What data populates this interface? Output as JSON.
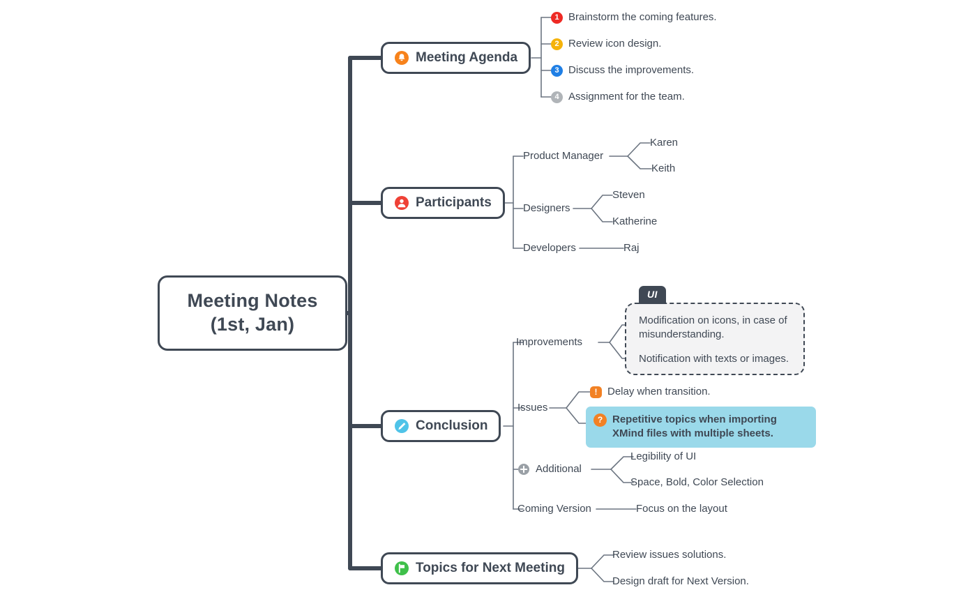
{
  "central": {
    "line1": "Meeting Notes",
    "line2": "(1st, Jan)"
  },
  "branches": {
    "agenda": {
      "label": "Meeting Agenda",
      "icon": "bell-icon",
      "color": "#f7821b"
    },
    "participants": {
      "label": "Participants",
      "icon": "person-icon",
      "color": "#ef4136"
    },
    "conclusion": {
      "label": "Conclusion",
      "icon": "pen-icon",
      "color": "#4fc3e8"
    },
    "next": {
      "label": "Topics for Next Meeting",
      "icon": "flag-icon",
      "color": "#3fc04a"
    }
  },
  "agenda_items": [
    {
      "num": "1",
      "color": "#ee2a24",
      "text": "Brainstorm the coming features."
    },
    {
      "num": "2",
      "color": "#f5b30b",
      "text": "Review icon design."
    },
    {
      "num": "3",
      "color": "#1f7fe5",
      "text": "Discuss the improvements."
    },
    {
      "num": "4",
      "color": "#b0b4b8",
      "text": "Assignment for the team."
    }
  ],
  "participants": {
    "roles": [
      {
        "role": "Product Manager",
        "people": [
          "Karen",
          "Keith"
        ]
      },
      {
        "role": "Designers",
        "people": [
          "Steven",
          "Katherine"
        ]
      },
      {
        "role": "Developers",
        "people": [
          "Raj"
        ]
      }
    ]
  },
  "conclusion": {
    "improvements": {
      "label": "Improvements",
      "boundary_label": "UI",
      "items": [
        "Modification on icons, in case of misunderstanding.",
        "Notification with texts or images."
      ]
    },
    "issues": {
      "label": "Issues",
      "items": [
        {
          "text": "Delay when transition.",
          "icon": "exclamation-icon",
          "marker": "!",
          "highlighted": false
        },
        {
          "text": "Repetitive topics when importing XMind files with multiple sheets.",
          "icon": "question-icon",
          "marker": "?",
          "highlighted": true
        }
      ]
    },
    "additional": {
      "label": "Additional",
      "icon": "plus-circle-icon",
      "items": [
        "Legibility of UI",
        "Space, Bold, Color Selection"
      ]
    },
    "coming_version": {
      "label": "Coming Version",
      "items": [
        "Focus on the layout"
      ]
    }
  },
  "next_meeting": {
    "items": [
      "Review issues solutions.",
      "Design draft for Next Version."
    ]
  },
  "theme": {
    "line_color": "#3f4854",
    "thin_line_color": "#6b7480",
    "highlight_fill": "#9ad9ea",
    "boundary_fill": "#f3f3f4"
  }
}
